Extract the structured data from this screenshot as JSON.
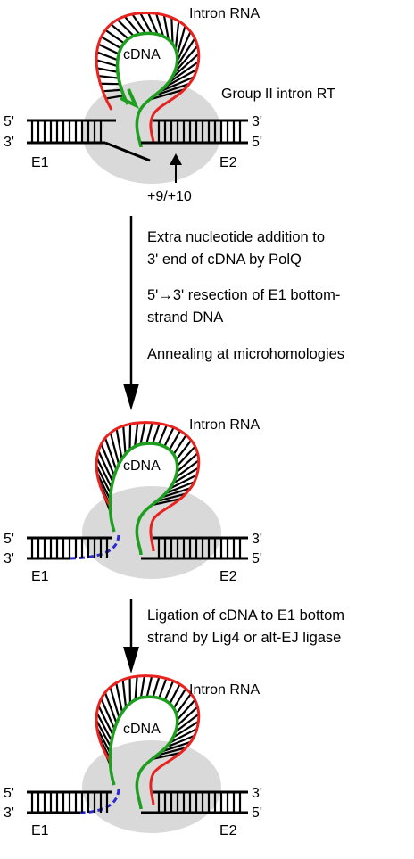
{
  "colors": {
    "rna": "#e8231f",
    "cdna": "#1e9e1e",
    "dna": "#000000",
    "rt": "#d9d9d9",
    "dashed": "#2a2ad0"
  },
  "panels": [
    {
      "intron_label": "Intron RNA",
      "cdna_label": "cDNA",
      "rt_label": "Group II intron RT",
      "strand_5_top": "5'",
      "strand_3_bottom": "3'",
      "strand_3_top": "3'",
      "strand_5_bottom": "5'",
      "exon1": "E1",
      "exon2": "E2",
      "site_label": "+9/+10"
    },
    {
      "intron_label": "Intron RNA",
      "cdna_label": "cDNA",
      "strand_5_top": "5'",
      "strand_3_bottom": "3'",
      "strand_3_top": "3'",
      "strand_5_bottom": "5'",
      "exon1": "E1",
      "exon2": "E2"
    },
    {
      "intron_label": "Intron RNA",
      "cdna_label": "cDNA",
      "strand_5_top": "5'",
      "strand_3_bottom": "3'",
      "strand_3_top": "3'",
      "strand_5_bottom": "5'",
      "exon1": "E1",
      "exon2": "E2"
    }
  ],
  "step1": {
    "line1": "Extra nucleotide addition to",
    "line2": "3' end of cDNA by PolQ",
    "line3": "5'→3' resection of E1 bottom-",
    "line4": "strand DNA",
    "line5": "Annealing at microhomologies"
  },
  "step2": {
    "line1": "Ligation of cDNA to E1 bottom",
    "line2": "strand by Lig4 or alt-EJ ligase"
  }
}
